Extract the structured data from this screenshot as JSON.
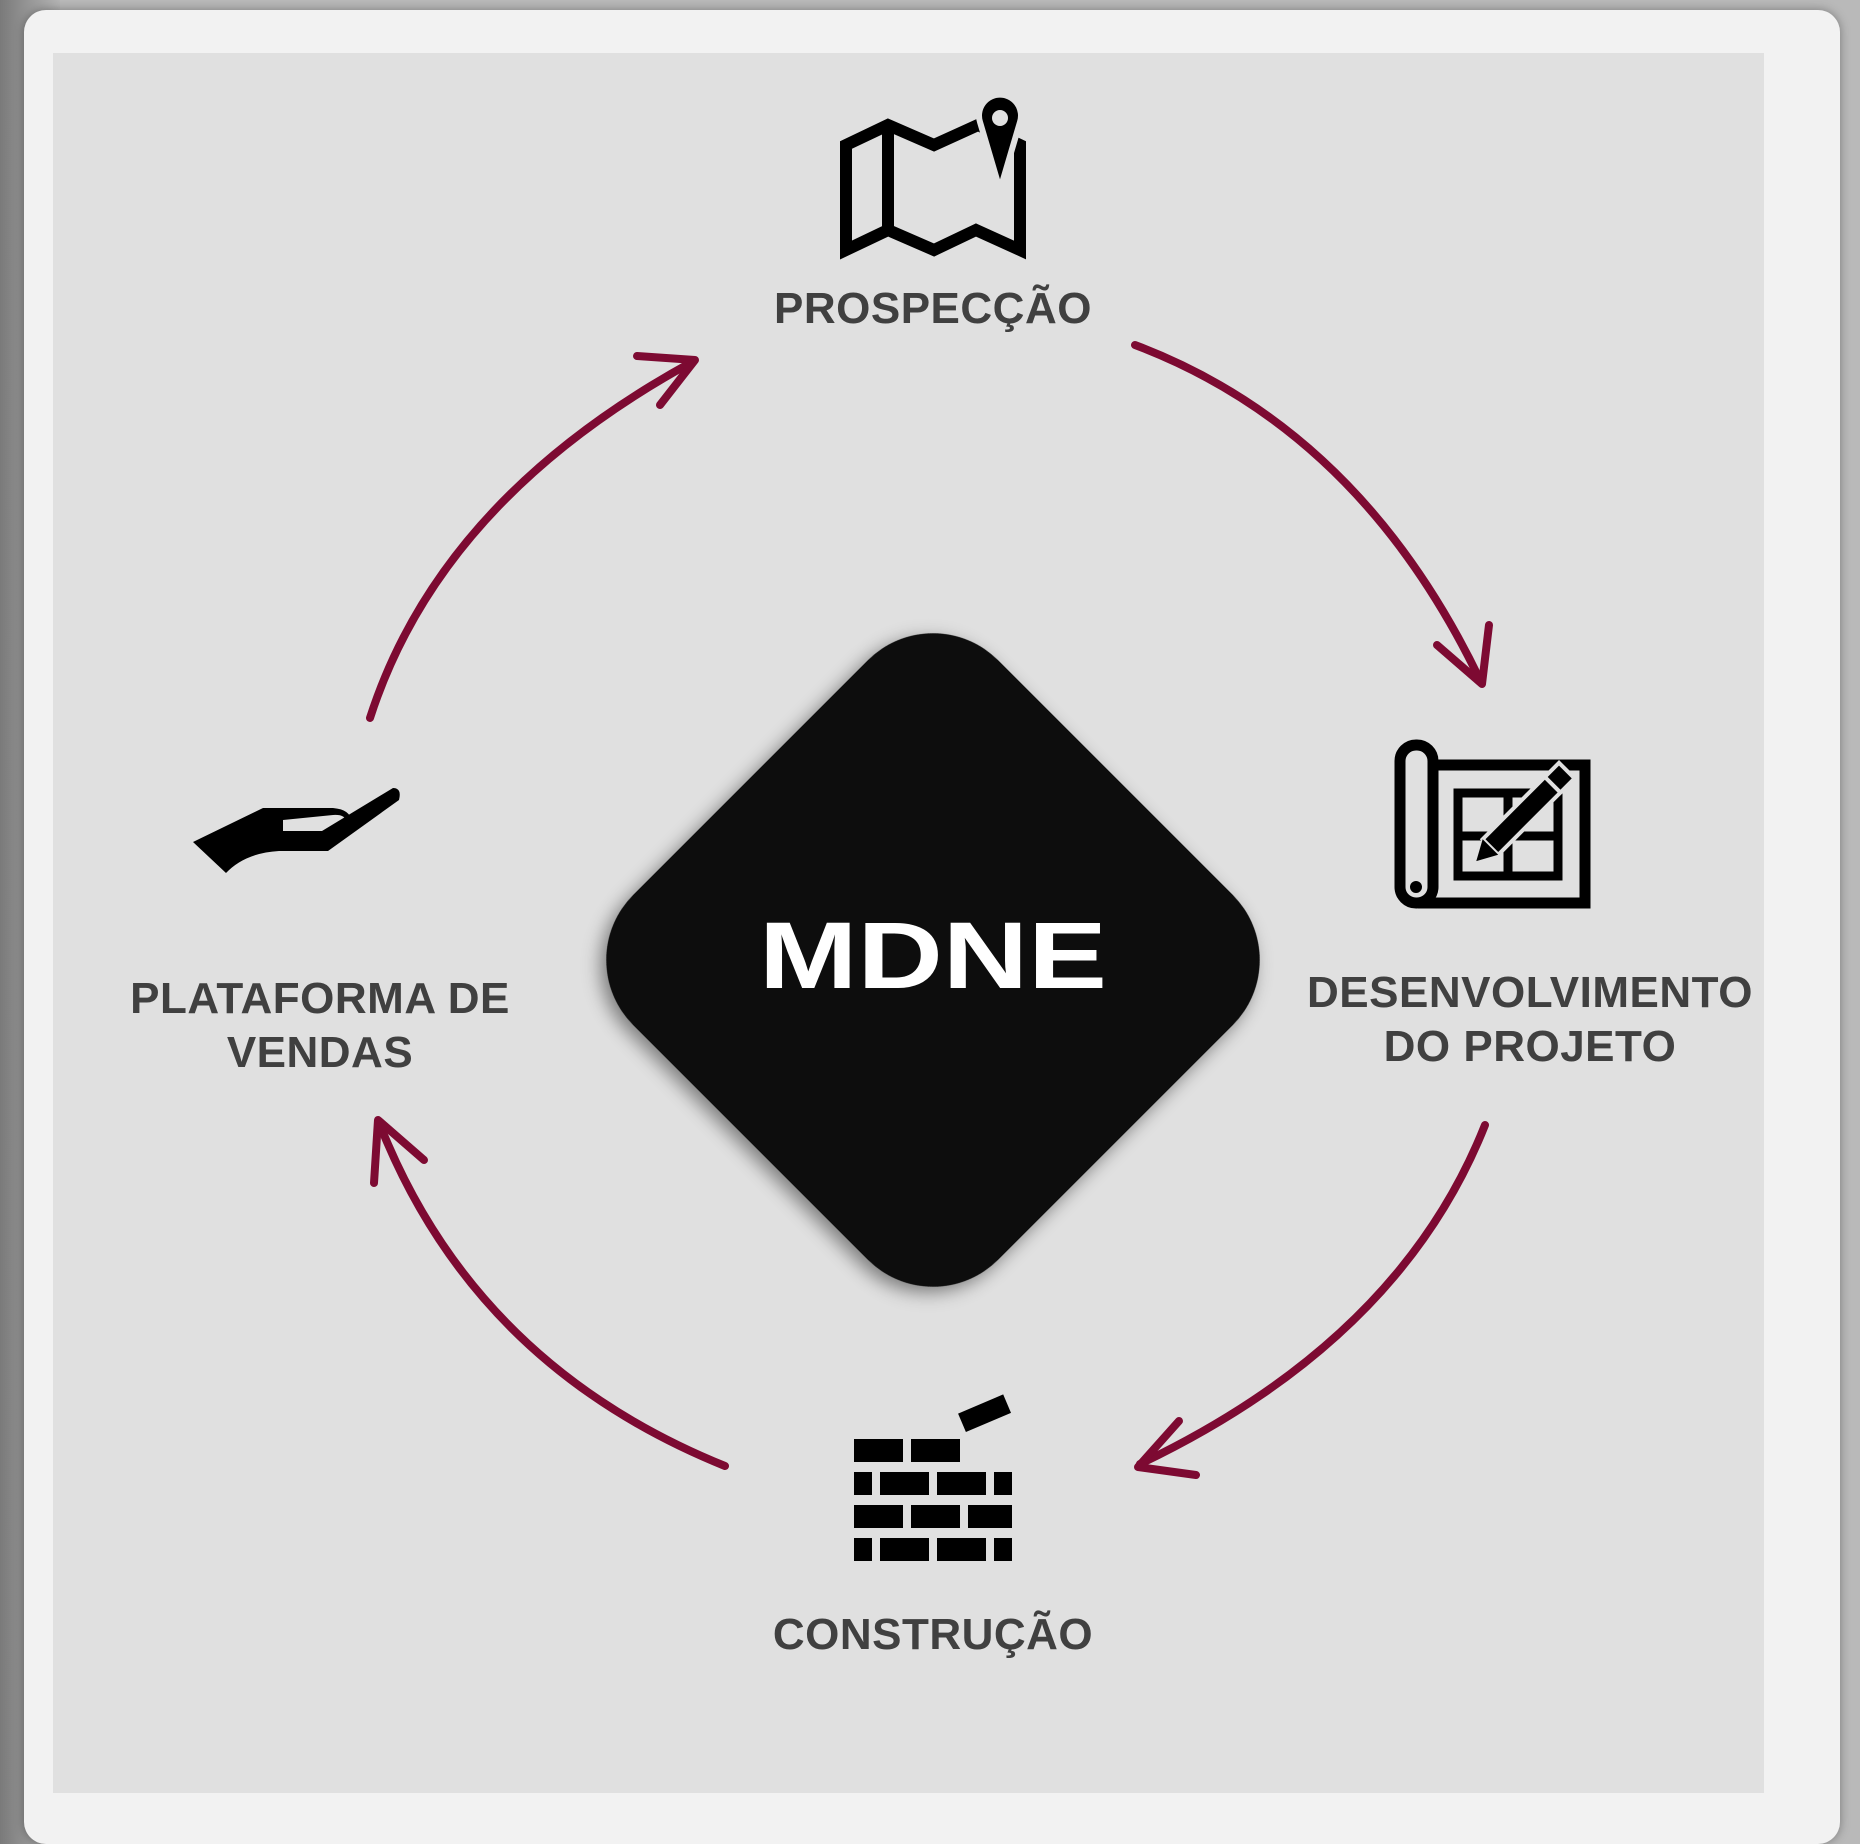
{
  "center": {
    "logo_text": "MDNE"
  },
  "nodes": [
    {
      "id": "prospeccao",
      "lines": [
        "PROSPECÇÃO"
      ],
      "icon": "map-pin-icon"
    },
    {
      "id": "desenvolvimento",
      "lines": [
        "DESENVOLVIMENTO",
        "DO PROJETO"
      ],
      "icon": "blueprint-icon"
    },
    {
      "id": "construcao",
      "lines": [
        "CONSTRUÇÃO"
      ],
      "icon": "brick-wall-icon"
    },
    {
      "id": "plataforma",
      "lines": [
        "PLATAFORMA DE",
        "VENDAS"
      ],
      "icon": "hand-offer-icon"
    }
  ],
  "colors": {
    "arrow": "#7d0a32",
    "text": "#404040",
    "icon": "#000000",
    "center": "#111111",
    "panel": "#e0e0e0"
  }
}
